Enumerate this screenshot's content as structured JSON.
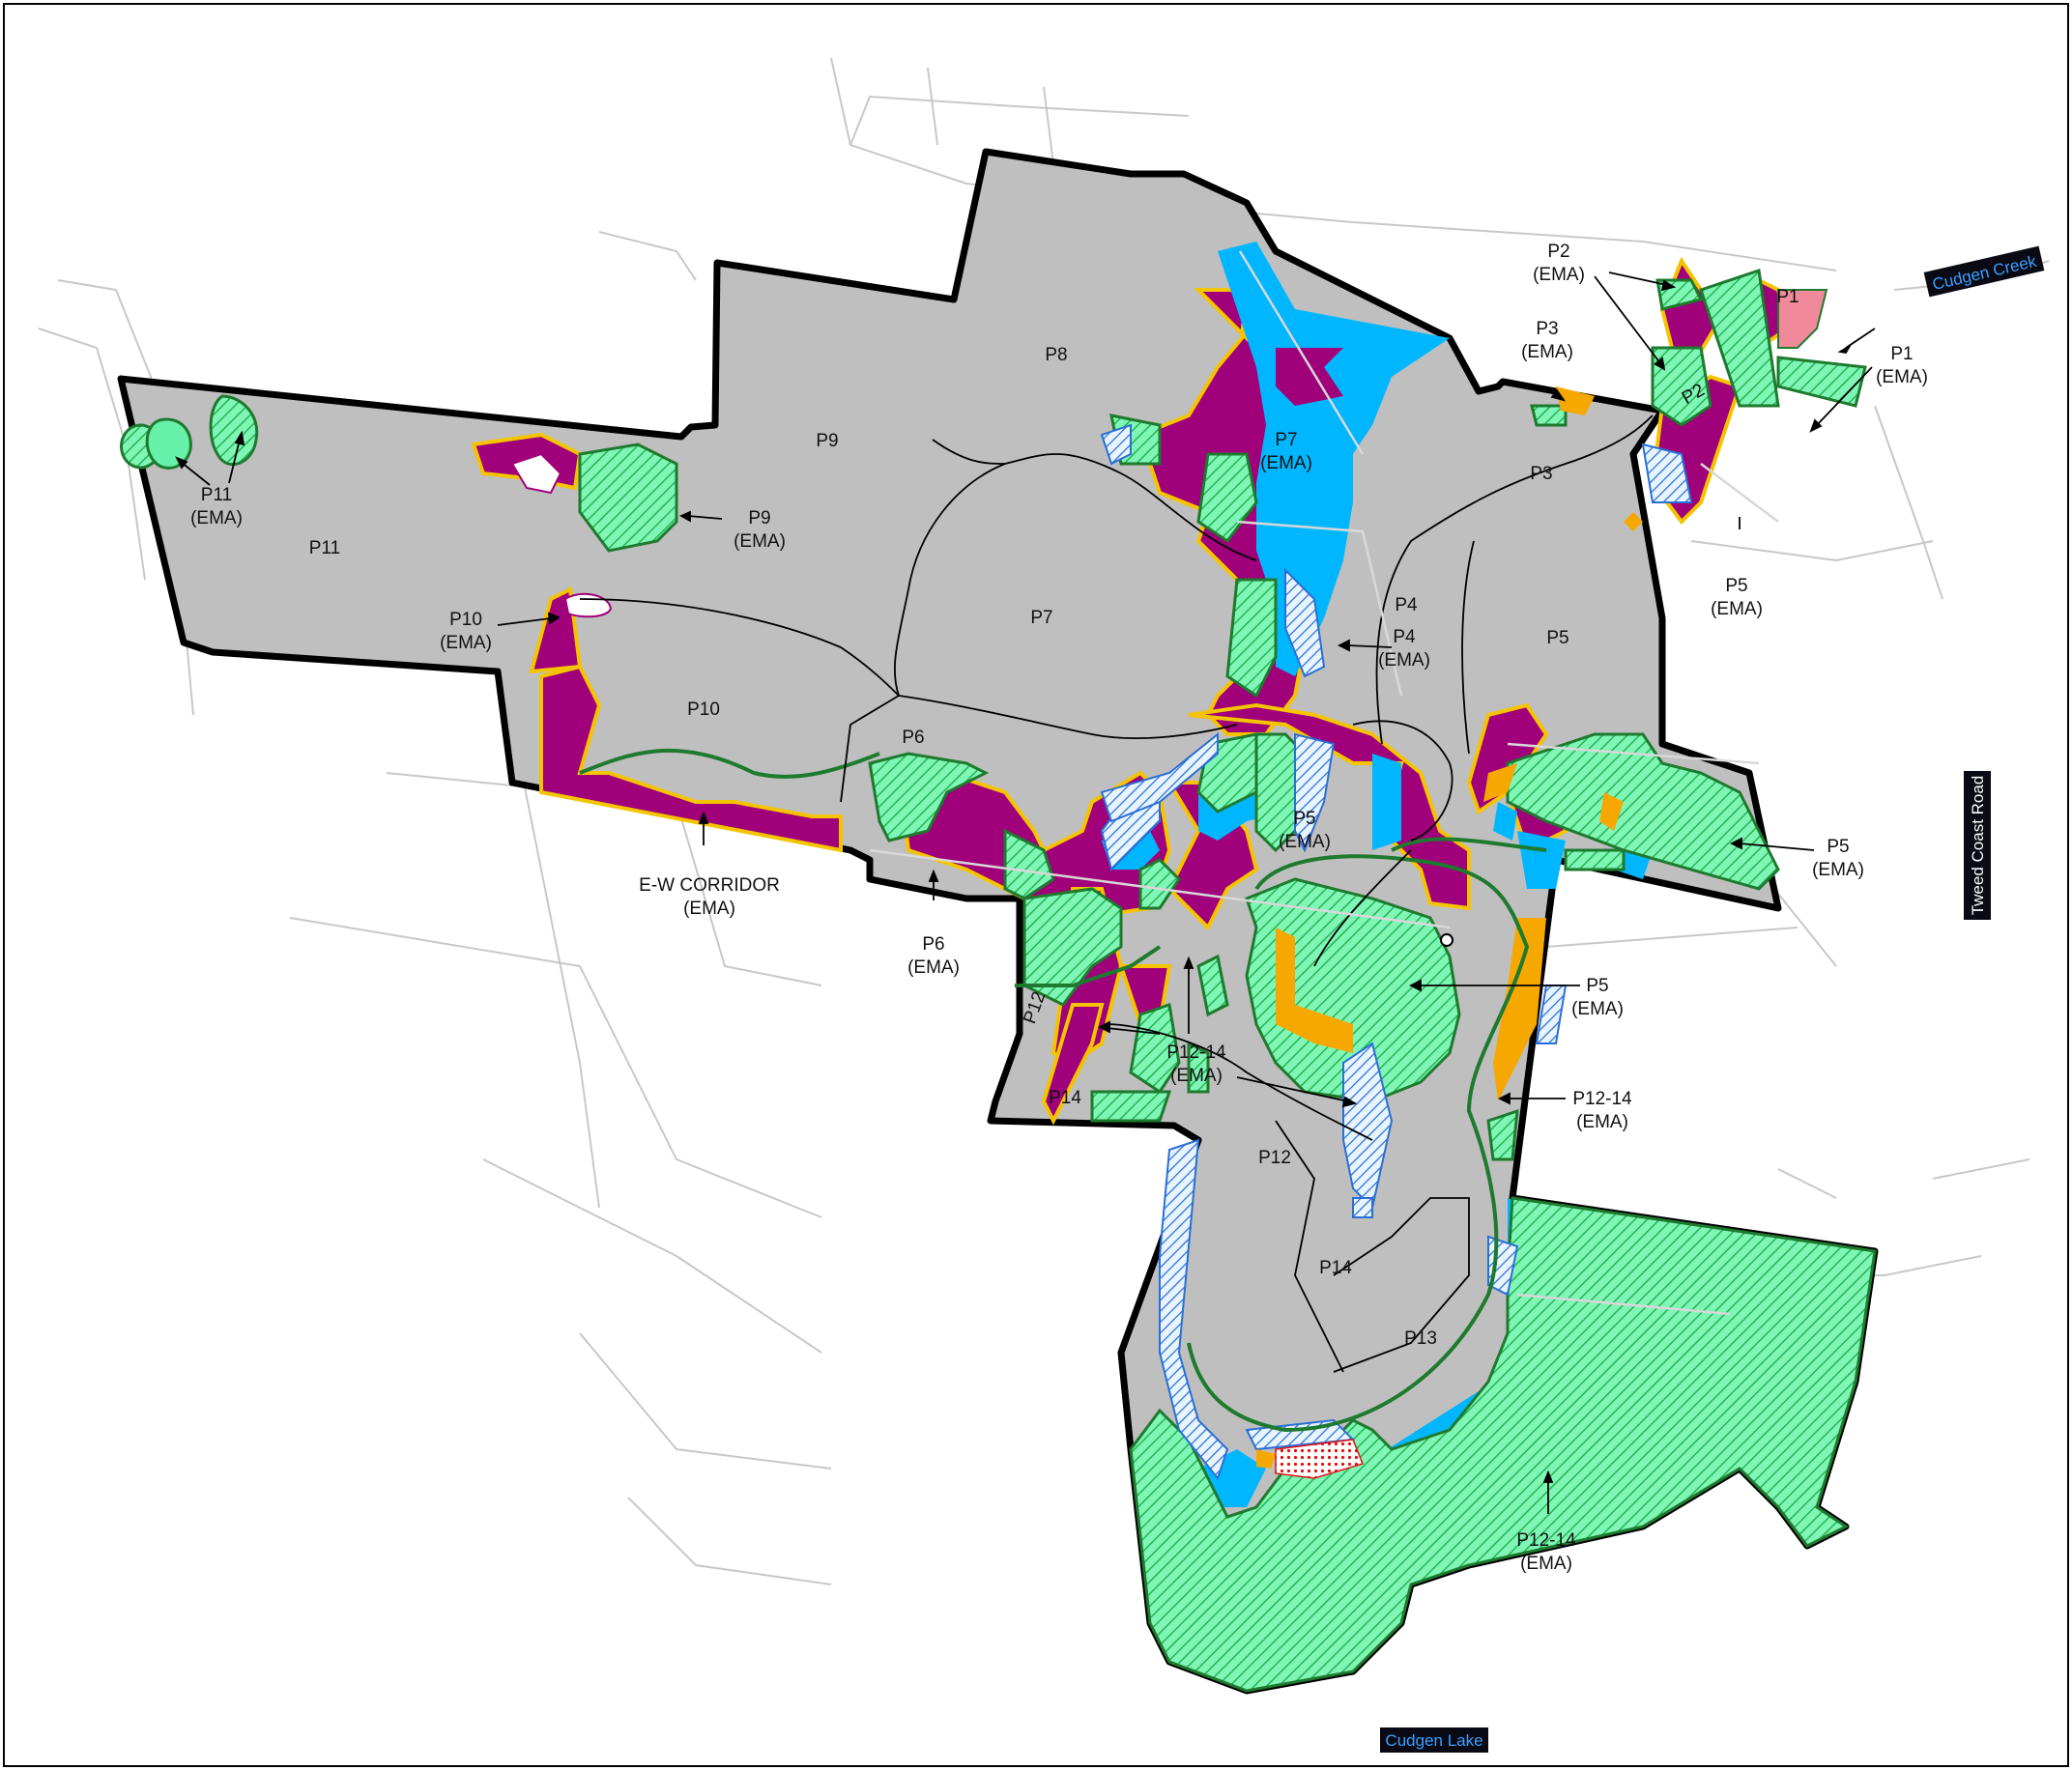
{
  "map": {
    "colors": {
      "precinct": "#bfbfbf",
      "boundary": "#000000",
      "vegetation": "#66f0a8",
      "vegetation_hatch": "#2bbd5c",
      "riparian": "#a0007a",
      "wetland": "#00b7ff",
      "buffer_yellow": "#f5c400",
      "orange": "#f7a800",
      "pink": "#f08a9a",
      "cadastre": "#c8c8c8",
      "corridor_green": "#1e7a2e",
      "road_badge": "#0a0a14"
    },
    "place_labels": {
      "cudgen_creek": "Cudgen Creek",
      "cudgen_lake": "Cudgen Lake",
      "tweed_coast_road": "Tweed Coast Road"
    },
    "precincts": {
      "p1": "P1",
      "p2": "P2",
      "p3": "P3",
      "p4": "P4",
      "p5": "P5",
      "p6": "P6",
      "p7": "P7",
      "p8": "P8",
      "p9": "P9",
      "p10": "P10",
      "p11": "P11",
      "p12": "P12",
      "p12_small": "P12",
      "p13": "P13",
      "p14": "P14",
      "p14_small": "P14"
    },
    "ema_labels": {
      "p1": [
        "P1",
        "(EMA)"
      ],
      "p2": [
        "P2",
        "(EMA)"
      ],
      "p3": [
        "P3",
        "(EMA)"
      ],
      "p4": [
        "P4",
        "(EMA)"
      ],
      "p5_center": [
        "P5",
        "(EMA)"
      ],
      "p5_north": [
        "P5",
        "(EMA)"
      ],
      "p5_east": [
        "P5",
        "(EMA)"
      ],
      "p5_south": [
        "P5",
        "(EMA)"
      ],
      "p6": [
        "P6",
        "(EMA)"
      ],
      "p7": [
        "P7",
        "(EMA)"
      ],
      "p9": [
        "P9",
        "(EMA)"
      ],
      "p10": [
        "P10",
        "(EMA)"
      ],
      "p11": [
        "P11",
        "(EMA)"
      ],
      "ew_corridor": [
        "E-W CORRIDOR",
        "(EMA)"
      ],
      "p12_14_west": [
        "P12-14",
        "(EMA)"
      ],
      "p12_14_east": [
        "P12-14",
        "(EMA)"
      ],
      "p12_14_south": [
        "P12-14",
        "(EMA)"
      ]
    }
  }
}
